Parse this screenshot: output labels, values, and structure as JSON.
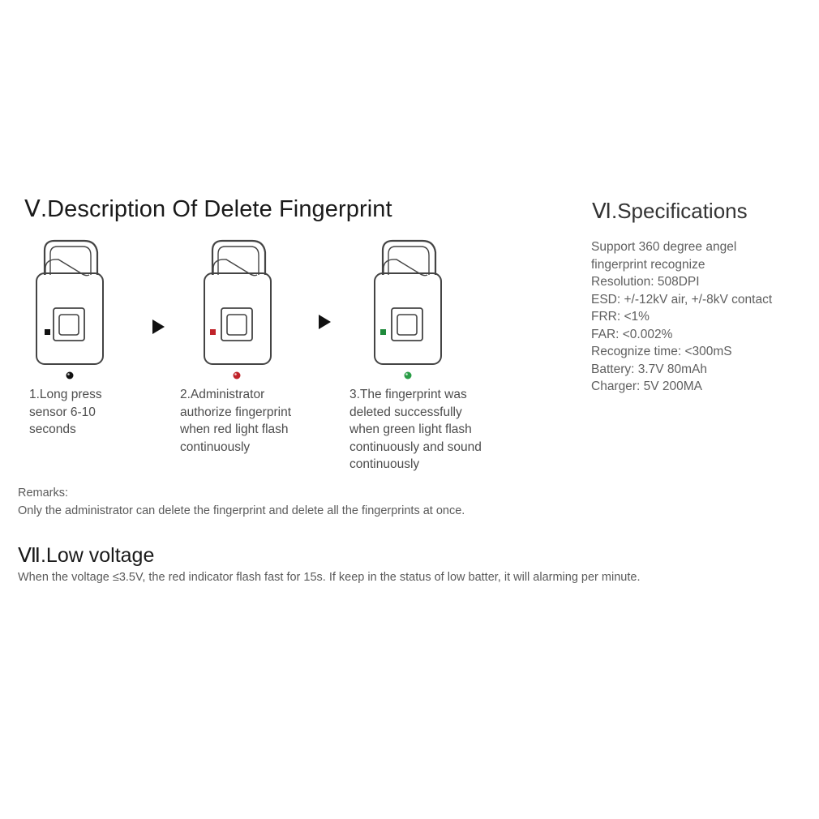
{
  "sections": {
    "delete": {
      "title": "Ⅴ.Description Of Delete Fingerprint",
      "steps": [
        {
          "lines": [
            "1.Long press",
            "sensor 6-10",
            "seconds"
          ],
          "indicator_color": "#111111",
          "light_color": "#111111"
        },
        {
          "lines": [
            "2.Administrator",
            "authorize fingerprint",
            "when red light flash",
            "continuously"
          ],
          "indicator_color": "#c0232a",
          "light_color": "#c0232a"
        },
        {
          "lines": [
            "3.The fingerprint was",
            "deleted successfully",
            "when green light flash",
            "continuously and sound",
            "continuously"
          ],
          "indicator_color": "#1f8a3b",
          "light_color": "#2a9d47"
        }
      ]
    },
    "specs": {
      "title": "Ⅵ.Specifications",
      "items": [
        "Support 360 degree angel",
        "fingerprint recognize",
        "Resolution: 508DPI",
        "ESD: +/-12kV air, +/-8kV contact",
        "FRR: <1%",
        "FAR: <0.002%",
        "Recognize time: <300mS",
        "Battery: 3.7V 80mAh",
        "Charger: 5V 200MA"
      ]
    },
    "remarks": {
      "label": "Remarks:",
      "text": "Only the administrator can delete the fingerprint and delete all the fingerprints at once."
    },
    "low_voltage": {
      "title": "Ⅶ.Low voltage",
      "text": "When the voltage ≤3.5V, the red indicator flash fast for 15s. If keep in the status of low batter, it will alarming per minute."
    }
  }
}
